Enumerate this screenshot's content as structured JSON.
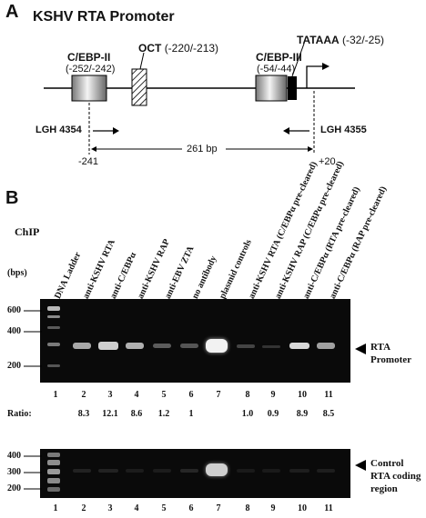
{
  "panel_a": {
    "letter": "A",
    "title": "KSHV RTA Promoter",
    "cebp2": {
      "name": "C/EBP-II",
      "pos": "(-252/-242)"
    },
    "oct": {
      "name": "OCT",
      "pos": "(-220/-213)"
    },
    "cebp3": {
      "name": "C/EBP-III",
      "pos": "(-54/-44)"
    },
    "tataaa": {
      "name": "TATAAA",
      "pos": "(-32/-25)"
    },
    "primer_left": "LGH 4354",
    "primer_right": "LGH 4355",
    "coord_left": "-241",
    "coord_right": "+20",
    "span": "261 bp"
  },
  "panel_b": {
    "letter": "B",
    "title": "ChIP",
    "bps_label": "(bps)",
    "lanes": [
      {
        "num": "1",
        "label": "DNA Ladder"
      },
      {
        "num": "2",
        "label": "anti-KSHV RTA"
      },
      {
        "num": "3",
        "label": "anti-C/EBPα"
      },
      {
        "num": "4",
        "label": "anti-KSHV RAP"
      },
      {
        "num": "5",
        "label": "anti-EBV ZTA"
      },
      {
        "num": "6",
        "label": "no antibody"
      },
      {
        "num": "7",
        "label": "plasmid controls"
      },
      {
        "num": "8",
        "label": "anti-KSHV RTA (C/EBPα pre-cleared)"
      },
      {
        "num": "9",
        "label": "anti-KSHV RAP (C/EBPα pre-cleared)"
      },
      {
        "num": "10",
        "label": "anti-C/EBPα (RTA pre-cleared)"
      },
      {
        "num": "11",
        "label": "anti-C/EBPα (RAP pre-cleared)"
      }
    ],
    "gel1_markers": [
      "600",
      "400",
      "200"
    ],
    "gel1_label": [
      "RTA",
      "Promoter"
    ],
    "ratio_label": "Ratio:",
    "ratios": [
      "8.3",
      "12.1",
      "8.6",
      "1.2",
      "1",
      "",
      "1.0",
      "0.9",
      "8.9",
      "8.5"
    ],
    "gel2_markers": [
      "400",
      "300",
      "200"
    ],
    "gel2_label": [
      "Control",
      "RTA coding",
      "region"
    ]
  }
}
